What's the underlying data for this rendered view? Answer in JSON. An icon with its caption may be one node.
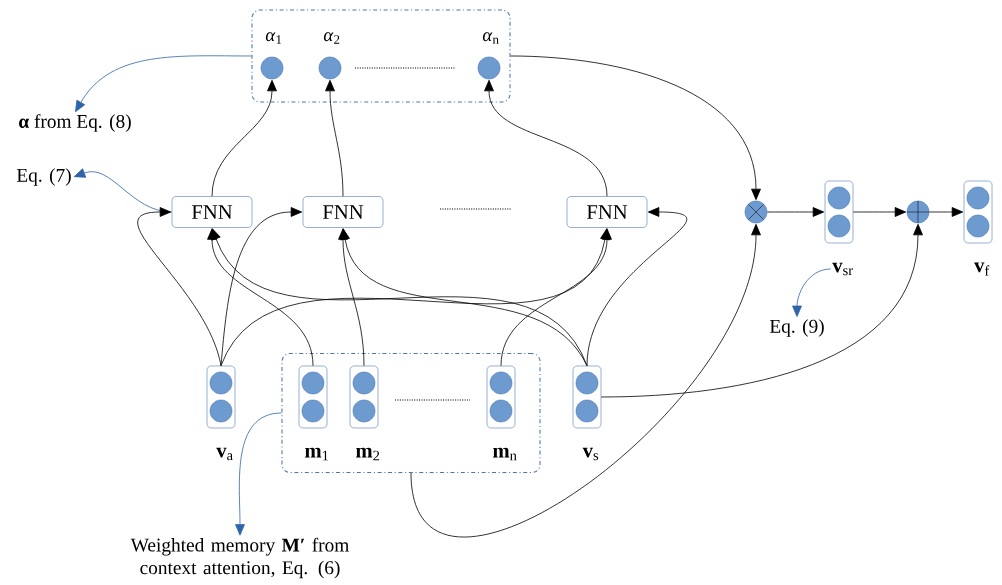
{
  "diagram": {
    "nodes": [
      {
        "text": [],
        "shape": "box"
      },
      {
        "text": [
          "*α*$_{1}$"
        ],
        "in": 0
      },
      {
        "text": [
          "*α*$_{2}$"
        ],
        "in": 0
      },
      {
        "text": [
          "*α*$_{n}$"
        ],
        "in": 0
      },
      {
        "text": [
          "**α** from Eq. (8)"
        ]
      },
      {
        "text": [
          "Eq. (7)"
        ]
      },
      {
        "text": [
          "FNN"
        ]
      },
      {
        "text": [
          "FNN"
        ]
      },
      {
        "text": [
          "FNN"
        ]
      },
      {
        "text": [],
        "shape": "circle"
      },
      {
        "text": [
          "**v**$_{sr}$"
        ]
      },
      {
        "text": [],
        "shape": "circle"
      },
      {
        "text": [
          "**v**$_{f}$"
        ]
      },
      {
        "text": [
          "Eq. (9)"
        ]
      },
      {
        "text": [
          "**v**$_{a}$"
        ]
      },
      {
        "text": [],
        "shape": "box"
      },
      {
        "text": [
          "**m**$_{1}$"
        ],
        "in": 15
      },
      {
        "text": [
          "**m**$_{2}$"
        ],
        "in": 15
      },
      {
        "text": [
          "**m**$_{n}$"
        ],
        "in": 15
      },
      {
        "text": [
          "**v**$_{s}$"
        ]
      },
      {
        "text": [
          "Weighted memory **M′** from context attention, Eq. (6)"
        ]
      }
    ],
    "edges": [
      {
        "from": 6,
        "to": 1,
        "arrow": "to"
      },
      {
        "from": 7,
        "to": 2,
        "arrow": "to"
      },
      {
        "from": 8,
        "to": 3,
        "arrow": "to"
      },
      {
        "from": 0,
        "to": 9,
        "arrow": "to"
      },
      {
        "from": 0,
        "to": 4,
        "arrow": "to",
        "color": "#2f64aa"
      },
      {
        "from": 6,
        "to": 5,
        "arrow": "to",
        "color": "#2f64aa"
      },
      {
        "from": 14,
        "to": 6,
        "arrow": "to"
      },
      {
        "from": 16,
        "to": 6,
        "arrow": "to"
      },
      {
        "from": 19,
        "to": 6,
        "arrow": "to"
      },
      {
        "from": 14,
        "to": 7,
        "arrow": "to"
      },
      {
        "from": 17,
        "to": 7,
        "arrow": "to"
      },
      {
        "from": 19,
        "to": 7,
        "arrow": "to"
      },
      {
        "from": 14,
        "to": 8,
        "arrow": "to"
      },
      {
        "from": 18,
        "to": 8,
        "arrow": "to"
      },
      {
        "from": 19,
        "to": 8,
        "arrow": "to"
      },
      {
        "from": 15,
        "to": 9,
        "arrow": "to"
      },
      {
        "from": 19,
        "to": 11,
        "arrow": "to"
      },
      {
        "from": 9,
        "to": 10,
        "arrow": "to"
      },
      {
        "from": 10,
        "to": 11,
        "arrow": "to"
      },
      {
        "from": 11,
        "to": 12,
        "arrow": "to"
      },
      {
        "from": 15,
        "to": 20,
        "arrow": "to",
        "color": "#2f64aa"
      },
      {
        "from": 10,
        "to": 13,
        "arrow": "to",
        "color": "#2f64aa"
      }
    ]
  }
}
